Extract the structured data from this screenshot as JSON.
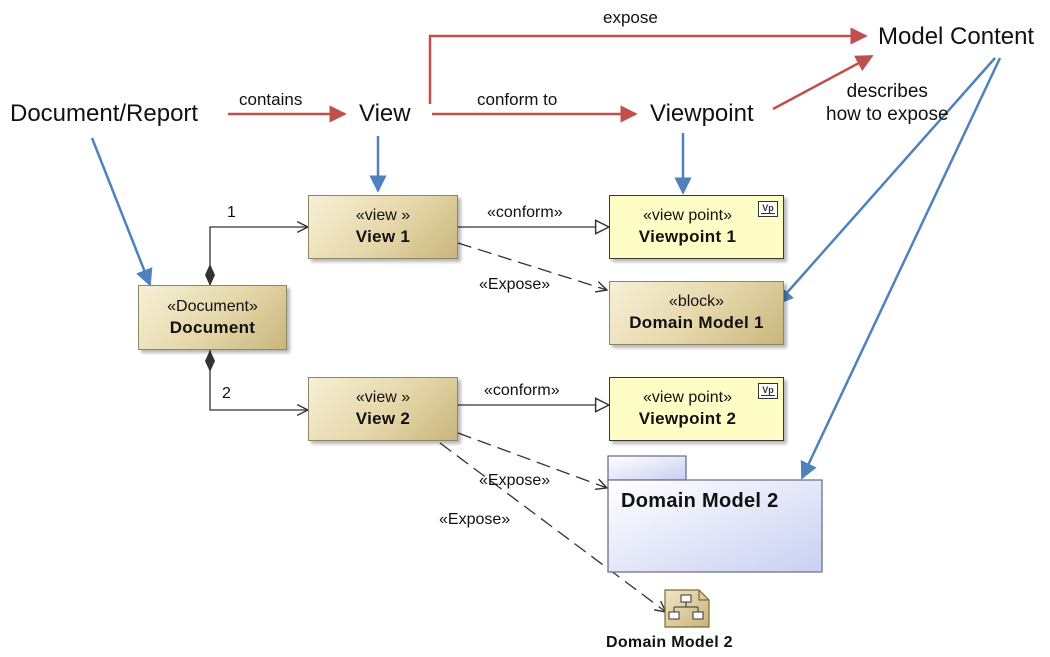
{
  "concepts": {
    "document_report": "Document/Report",
    "view": "View",
    "viewpoint": "Viewpoint",
    "model_content": "Model Content"
  },
  "concept_edges": {
    "contains": "contains",
    "conform_to": "conform to",
    "expose": "expose",
    "describes_line1": "describes",
    "describes_line2": "how to expose"
  },
  "elements": {
    "document": {
      "stereotype": "«Document»",
      "name": "Document"
    },
    "view1": {
      "stereotype": "«view »",
      "name": "View 1"
    },
    "view2": {
      "stereotype": "«view »",
      "name": "View 2"
    },
    "viewpoint1": {
      "stereotype": "«view point»",
      "name": "Viewpoint 1",
      "icon": "Vp"
    },
    "viewpoint2": {
      "stereotype": "«view point»",
      "name": "Viewpoint 2",
      "icon": "Vp"
    },
    "domain_model1": {
      "stereotype": "«block»",
      "name": "Domain Model 1"
    },
    "domain_model2_package": {
      "name": "Domain Model 2"
    },
    "domain_model2_diagram": {
      "name": "Domain Model 2"
    }
  },
  "relations": {
    "multiplicity_view1": "1",
    "multiplicity_view2": "2",
    "conform_1": "«conform»",
    "conform_2": "«conform»",
    "expose_1": "«Expose»",
    "expose_2": "«Expose»",
    "expose_3": "«Expose»"
  },
  "colors": {
    "concept_arrow": "#c0504d",
    "mapping_arrow": "#4f81bd",
    "connector": "#333333",
    "class_fill": "#e4d6a8",
    "viewpoint_fill": "#fffdc6",
    "package_fill": "#dfe4f8"
  }
}
